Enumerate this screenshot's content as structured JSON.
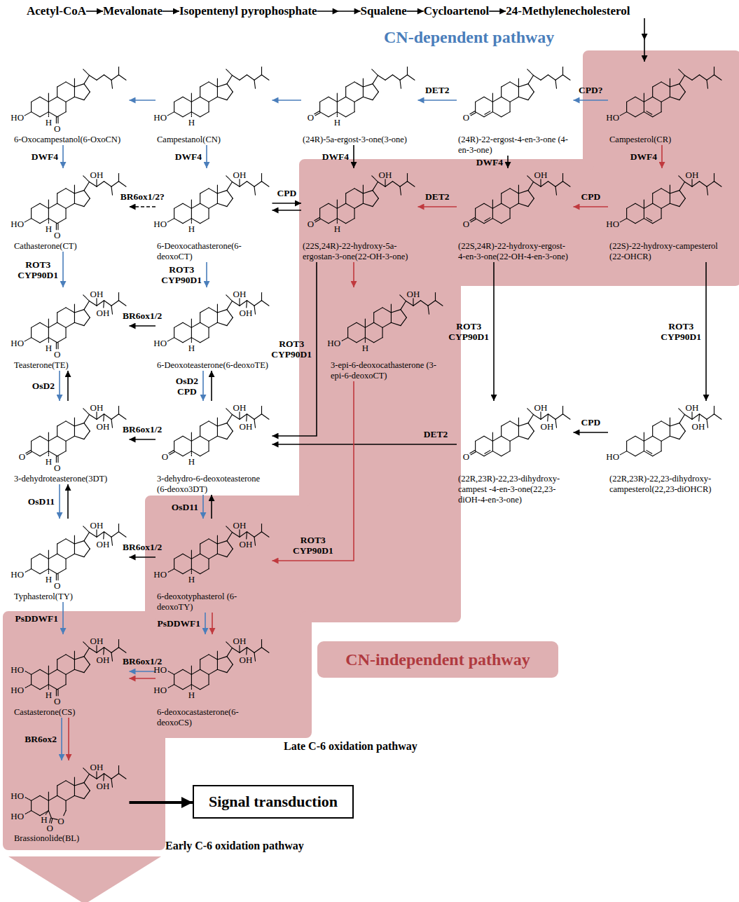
{
  "diagram": {
    "nodes": [
      {
        "text": [
          "Acetyl-CoA"
        ]
      },
      {
        "text": [
          "Mevalonate"
        ]
      },
      {
        "text": [
          "Isopentenyl pyrophosphate"
        ]
      },
      {
        "text": [
          "Squalene"
        ]
      },
      {
        "text": [
          "Cycloartenol"
        ]
      },
      {
        "text": [
          "24-Methylenecholesterol"
        ]
      },
      {
        "text": [
          "6-Oxocampestanol(6-OxoCN)",
          "HO",
          "H",
          "O"
        ]
      },
      {
        "text": [
          "Campestanol(CN)",
          "HO",
          "H"
        ]
      },
      {
        "text": [
          "(24R)-5a-ergost-3-one(3-one)",
          "O",
          "H"
        ]
      },
      {
        "text": [
          "(24R)-22-ergost-4-en-3-one (4-en-3-one)",
          "O"
        ]
      },
      {
        "text": [
          "Campesterol(CR)",
          "HO"
        ]
      },
      {
        "text": [
          "Cathasterone(CT)",
          "OH",
          "HO",
          "H",
          "O"
        ]
      },
      {
        "text": [
          "6-Deoxocathasterone(6-deoxoCT)",
          "OH",
          "HO",
          "H"
        ]
      },
      {
        "text": [
          "(22S,24R)-22-hydroxy-5a-ergostan-3-one(22-OH-3-one)",
          "OH",
          "O",
          "H"
        ]
      },
      {
        "text": [
          "(22S,24R)-22-hydroxy-ergost-4-en-3-one(22-OH-4-en-3-one)",
          "OH",
          "O"
        ]
      },
      {
        "text": [
          "(22S)-22-hydroxy-campesterol (22-OHCR)",
          "OH",
          "HO"
        ]
      },
      {
        "text": [
          "Teasterone(TE)",
          "OH",
          "OH",
          "HO",
          "H",
          "O"
        ]
      },
      {
        "text": [
          "6-Deoxoteasterone(6-deoxoTE)",
          "OH",
          "OH",
          "HO",
          "H"
        ]
      },
      {
        "text": [
          "3-epi-6-deoxocathasterone (3-epi-6-deoxoCT)",
          "OH",
          "HO",
          "H"
        ]
      },
      {
        "text": [
          "3-dehydroteasterone(3DT)",
          "OH",
          "OH",
          "O",
          "H",
          "O"
        ]
      },
      {
        "text": [
          "3-dehydro-6-deoxoteasterone (6-deoxo3DT)",
          "OH",
          "OH",
          "O",
          "H"
        ]
      },
      {
        "text": [
          "(22R,23R)-22,23-dihydroxy-campest -4-en-3-one(22,23-diOH-4-en-3-one)",
          "OH",
          "OH",
          "O"
        ]
      },
      {
        "text": [
          "(22R,23R)-22,23-dihydroxy-campesterol(22,23-diOHCR)",
          "OH",
          "OH",
          "HO"
        ]
      },
      {
        "text": [
          "Typhasterol(TY)",
          "OH",
          "OH",
          "HO",
          "H",
          "O"
        ]
      },
      {
        "text": [
          "6-deoxotyphasterol (6-deoxoTY)",
          "OH",
          "OH",
          "HO",
          "H"
        ]
      },
      {
        "text": [
          "Castasterone(CS)",
          "OH",
          "OH",
          "HO",
          "HO",
          "H",
          "O"
        ]
      },
      {
        "text": [
          "6-deoxocastasterone(6-deoxoCS)",
          "OH",
          "OH",
          "HO",
          "HO",
          "H"
        ]
      },
      {
        "text": [
          "Brassionolide(BL)",
          "OH",
          "OH",
          "HO",
          "HO",
          "H",
          "O",
          "O"
        ]
      },
      {
        "text": [
          "Signal transduction"
        ]
      },
      {
        "text": [
          "CN-independent pathway"
        ]
      }
    ],
    "edges": [
      {
        "from": 0,
        "to": 1,
        "arrow": "to"
      },
      {
        "from": 1,
        "to": 2,
        "arrow": "to"
      },
      {
        "from": 2,
        "to": 3,
        "arrow": "to"
      },
      {
        "from": 3,
        "to": 4,
        "arrow": "to"
      },
      {
        "from": 4,
        "to": 5,
        "arrow": "to"
      },
      {
        "from": 5,
        "to": 10,
        "arrow": "to"
      },
      {
        "from": 7,
        "to": 6,
        "arrow": "to"
      },
      {
        "from": 8,
        "to": 7,
        "arrow": "to"
      },
      {
        "from": 9,
        "to": 8,
        "arrow": "to",
        "label": "DET2"
      },
      {
        "from": 10,
        "to": 9,
        "arrow": "to",
        "label": "CPD?"
      },
      {
        "from": 6,
        "to": 11,
        "arrow": "to",
        "label": "DWF4"
      },
      {
        "from": 7,
        "to": 12,
        "arrow": "to",
        "label": "DWF4"
      },
      {
        "from": 8,
        "to": 13,
        "arrow": "to",
        "label": "DWF4"
      },
      {
        "from": 9,
        "to": 14,
        "arrow": "to",
        "label": "DWF4"
      },
      {
        "from": 10,
        "to": 15,
        "arrow": "to",
        "label": "DWF4"
      },
      {
        "from": 12,
        "to": 11,
        "arrow": "to",
        "label": "BR6ox1/2?"
      },
      {
        "from": 12,
        "to": 13,
        "arrow": "both",
        "label": "CPD"
      },
      {
        "from": 14,
        "to": 13,
        "arrow": "to",
        "label": "DET2"
      },
      {
        "from": 15,
        "to": 14,
        "arrow": "to",
        "label": "CPD"
      },
      {
        "from": 11,
        "to": 16,
        "arrow": "to",
        "label": "ROT3 CYP90D1"
      },
      {
        "from": 12,
        "to": 17,
        "arrow": "to",
        "label": "ROT3 CYP90D1"
      },
      {
        "from": 17,
        "to": 16,
        "arrow": "to",
        "label": "BR6ox1/2"
      },
      {
        "from": 13,
        "to": 18,
        "arrow": "to"
      },
      {
        "from": 16,
        "to": 19,
        "arrow": "both",
        "label": "OsD2"
      },
      {
        "from": 17,
        "to": 20,
        "arrow": "both",
        "label": "OsD2 CPD"
      },
      {
        "from": 20,
        "to": 19,
        "arrow": "to",
        "label": "BR6ox1/2"
      },
      {
        "from": 13,
        "to": 20,
        "arrow": "to",
        "label": "ROT3 CYP90D1"
      },
      {
        "from": 14,
        "to": 21,
        "arrow": "to",
        "label": "ROT3 CYP90D1"
      },
      {
        "from": 15,
        "to": 22,
        "arrow": "to",
        "label": "ROT3 CYP90D1"
      },
      {
        "from": 22,
        "to": 21,
        "arrow": "to",
        "label": "CPD"
      },
      {
        "from": 21,
        "to": 20,
        "arrow": "to",
        "label": "DET2"
      },
      {
        "from": 19,
        "to": 23,
        "arrow": "both",
        "label": "OsD11"
      },
      {
        "from": 20,
        "to": 24,
        "arrow": "both",
        "label": "OsD11"
      },
      {
        "from": 24,
        "to": 23,
        "arrow": "to",
        "label": "BR6ox1/2"
      },
      {
        "from": 18,
        "to": 24,
        "arrow": "to",
        "label": "ROT3 CYP90D1"
      },
      {
        "from": 23,
        "to": 25,
        "arrow": "to",
        "label": "PsDDWF1"
      },
      {
        "from": 24,
        "to": 26,
        "arrow": "to",
        "label": "PsDDWF1"
      },
      {
        "from": 26,
        "to": 25,
        "arrow": "to",
        "label": "BR6ox1/2"
      },
      {
        "from": 25,
        "to": 27,
        "arrow": "to",
        "label": "BR6ox2"
      },
      {
        "from": 27,
        "to": 28,
        "arrow": "to"
      }
    ],
    "labels": [
      "CN-dependent pathway",
      "Late C-6 oxidation pathway",
      "Early C-6 oxidation pathway"
    ]
  }
}
